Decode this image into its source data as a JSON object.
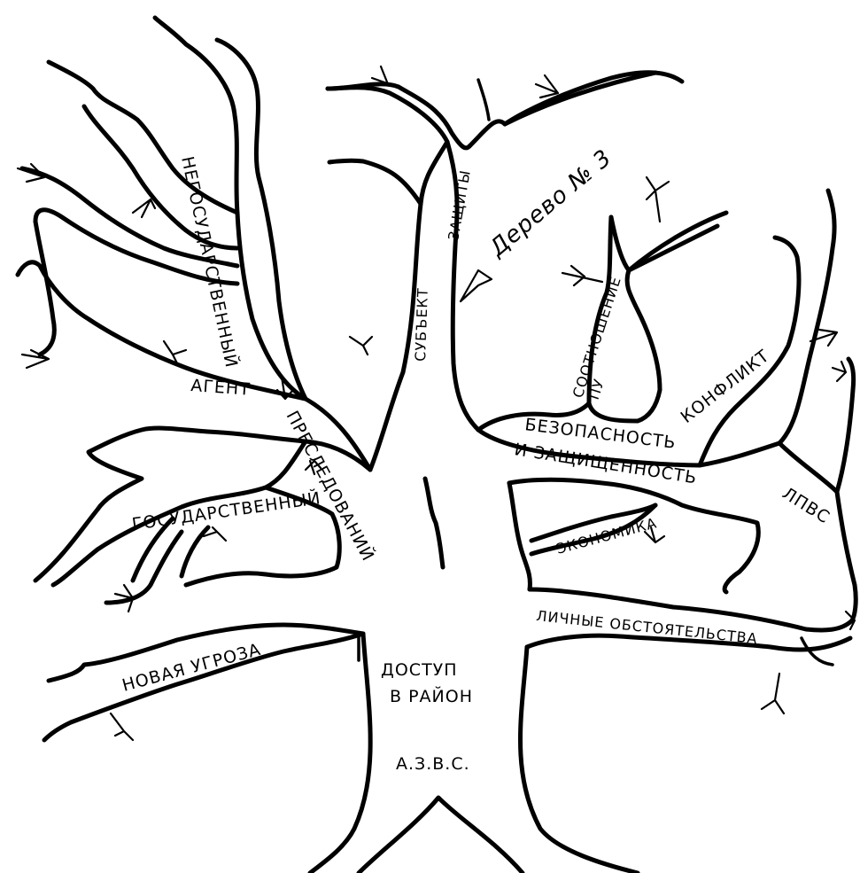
{
  "diagram": {
    "labels": {
      "tree_title": "Дерево № 3",
      "non_state": "НЕГОСУДАРСТВЕННЫЙ",
      "agent": "АГЕНТ",
      "persecution": "ПРЕСЛЕДОВАНИЙ",
      "state": "ГОСУДАРСТВЕННЫЙ",
      "new_threat": "НОВАЯ УГРОЗА",
      "access": "ДОСТУП",
      "in_area": "В РАЙОН",
      "roots": "А.З.В.С.",
      "subject": "СУБЪЕКТ",
      "protection": "ЗАЩИТЫ",
      "ratio": "СООТНОШЕНИЕ",
      "pu": "ПУ",
      "security": "БЕЗОПАСНОСТЬ",
      "and_protected": "И ЗАЩИЩЕННОСТЬ",
      "economy": "ЭКОНОМИКА",
      "conflict": "КОНФЛИКТ",
      "lpvs": "ЛПВС",
      "personal_circumstances": "ЛИЧНЫЕ ОБСТОЯТЕЛЬСТВА"
    },
    "colors": {
      "ink": "#000000",
      "paper": "#ffffff"
    }
  }
}
